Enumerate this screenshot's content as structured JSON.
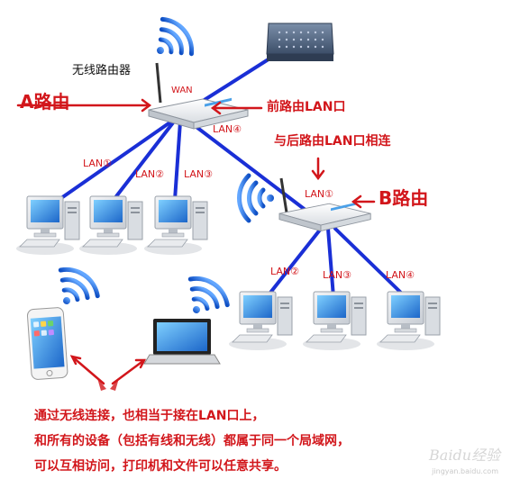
{
  "labels": {
    "wireless_router": "无线路由器",
    "a_router": "A路由",
    "b_router": "B路由",
    "wan": "WAN",
    "front_lan": "前路由LAN口",
    "connect_lan": "与后路由LAN口相连",
    "a_lan4": "LAN④",
    "a_lan1": "LAN①",
    "a_lan2": "LAN②",
    "a_lan3": "LAN③",
    "b_lan1": "LAN①",
    "b_lan2": "LAN②",
    "b_lan3": "LAN③",
    "b_lan4": "LAN④"
  },
  "note": {
    "line1": "通过无线连接，也相当于接在LAN口上，",
    "line2": "和所有的设备（包括有线和无线）都属于同一个局域网，",
    "line3": "可以互相访问，打印机和文件可以任意共享。"
  },
  "watermark": {
    "brand": "Baidu经验",
    "url": "jingyan.baidu.com"
  },
  "colors": {
    "cable": "#1a2fd6",
    "label_red": "#d2161b",
    "wifi_blue": "#1d62d8"
  },
  "icons": [
    "modem-icon",
    "router-icon",
    "wifi-icon",
    "computer-icon",
    "smartphone-icon",
    "laptop-icon",
    "arrow-icon"
  ]
}
